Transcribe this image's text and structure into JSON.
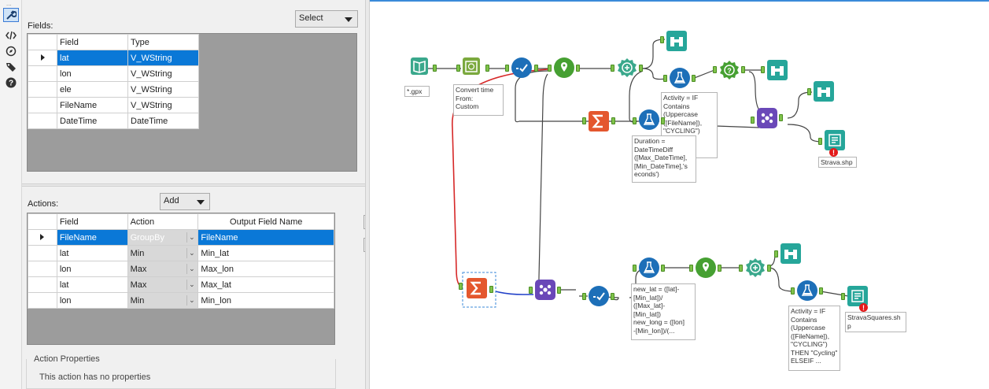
{
  "toolstrip": {
    "dots": "...",
    "items": [
      "wrench-icon",
      "code-icon",
      "compass-icon",
      "tag-icon",
      "help-icon"
    ]
  },
  "fields_section": {
    "label": "Fields:",
    "select_label": "Select",
    "columns": [
      "Field",
      "Type"
    ],
    "rows": [
      {
        "field": "lat",
        "type": "V_WString"
      },
      {
        "field": "lon",
        "type": "V_WString"
      },
      {
        "field": "ele",
        "type": "V_WString"
      },
      {
        "field": "FileName",
        "type": "V_WString"
      },
      {
        "field": "DateTime",
        "type": "DateTime"
      }
    ]
  },
  "actions_section": {
    "label": "Actions:",
    "add_label": "Add",
    "columns": [
      "Field",
      "Action",
      "Output Field Name"
    ],
    "rows": [
      {
        "field": "FileName",
        "action": "GroupBy",
        "output": "FileName"
      },
      {
        "field": "lat",
        "action": "Min",
        "output": "Min_lat"
      },
      {
        "field": "lon",
        "action": "Max",
        "output": "Max_lon"
      },
      {
        "field": "lat",
        "action": "Max",
        "output": "Max_lat"
      },
      {
        "field": "lon",
        "action": "Min",
        "output": "Min_lon"
      }
    ],
    "side_buttons": [
      "↑",
      "↓",
      "⊖"
    ]
  },
  "action_properties": {
    "legend": "Action Properties",
    "text": "This action has no properties"
  },
  "canvas": {
    "nodes": {
      "input": {
        "label": "*.gpx",
        "color": "#3aa88c"
      },
      "datetime": {
        "color": "#7ba93e"
      },
      "select1": {
        "color": "#1d6fb8"
      },
      "spatial_info": {
        "color": "#46a032"
      },
      "unique1": {
        "color": "#3aa88c"
      },
      "browse1": {
        "color": "#26a69a"
      },
      "formula1": {
        "color": "#1d6fb8"
      },
      "test": {
        "color": "#46a032"
      },
      "browse2": {
        "color": "#26a69a"
      },
      "summarize_top": {
        "color": "#e4572e"
      },
      "formula2": {
        "color": "#1d6fb8"
      },
      "join_top": {
        "color": "#6a48b8"
      },
      "browse3": {
        "color": "#26a69a"
      },
      "output1": {
        "label": "Strava.shp",
        "color": "#26a69a"
      },
      "summarize_sel": {
        "color": "#e4572e"
      },
      "join_bottom": {
        "color": "#6a48b8"
      },
      "select2": {
        "color": "#1d6fb8"
      },
      "formula3": {
        "color": "#1d6fb8"
      },
      "spatial2": {
        "color": "#46a032"
      },
      "unique2": {
        "color": "#46a032"
      },
      "browse4": {
        "color": "#26a69a"
      },
      "formula4": {
        "color": "#1d6fb8"
      },
      "output2": {
        "label": "StravaSquares.sh\np",
        "color": "#26a69a"
      }
    },
    "annotations": {
      "datetime": "Convert time\nFrom:\nCustom",
      "formula1": "Activity = IF\nContains\n(Uppercase\n([FileName]),\n\"CYCLING\")\n...ing\"",
      "formula2": "Duration =\nDateTimeDiff\n([Max_DateTime],\n[Min_DateTime],'s\neconds')",
      "formula3": "new_lat = ([lat]-\n[Min_lat])/\n([Max_lat]-\n[Min_lat])\nnew_long = ([lon]\n-[Min_lon])/(...",
      "formula4": "Activity = IF\nContains\n(Uppercase\n([FileName]),\n\"CYCLING\")\nTHEN \"Cycling\"\nELSEIF ..."
    },
    "error_mark": "!"
  }
}
